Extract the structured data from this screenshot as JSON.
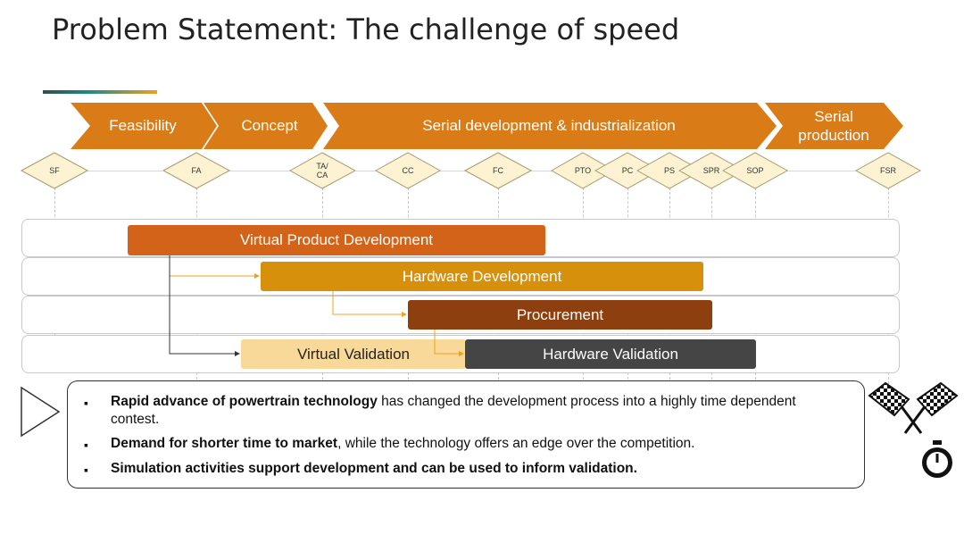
{
  "title": "Problem Statement: The challenge of speed",
  "phases": [
    {
      "label": "Feasibility"
    },
    {
      "label": "Concept"
    },
    {
      "label": "Serial development & industrialization"
    },
    {
      "label_line1": "Serial",
      "label_line2": "production"
    }
  ],
  "milestones": {
    "sf": "SF",
    "fa": "FA",
    "taca_line1": "TA/",
    "taca_line2": "CA",
    "cc": "CC",
    "fc": "FC",
    "pto": "PTO",
    "pc": "PC",
    "ps": "PS",
    "spr": "SPR",
    "sop": "SOP",
    "fsr": "FSR"
  },
  "activities": {
    "virtual_product_development": "Virtual Product Development",
    "hardware_development": "Hardware Development",
    "procurement": "Procurement",
    "virtual_validation": "Virtual Validation",
    "hardware_validation": "Hardware Validation"
  },
  "colors": {
    "phase_orange": "#d97b16",
    "virtual_product_development": "#d4631a",
    "hardware_development": "#d6900c",
    "procurement": "#8e3f10",
    "virtual_validation": "#f8d99a",
    "hardware_validation": "#454545",
    "milestone_fill": "#fdf3d3"
  },
  "bullets": [
    {
      "bold": "Rapid advance of powertrain technology",
      "rest": " has changed the development process into a highly time dependent contest."
    },
    {
      "bold": "Demand for shorter time to market",
      "rest": ", while the technology offers an edge over the competition."
    },
    {
      "bold": "Simulation activities support development and can be used to inform validation.",
      "rest": ""
    }
  ],
  "icons": {
    "play": "play-triangle-icon",
    "flags": "checkered-flags-icon",
    "stopwatch": "stopwatch-icon"
  }
}
